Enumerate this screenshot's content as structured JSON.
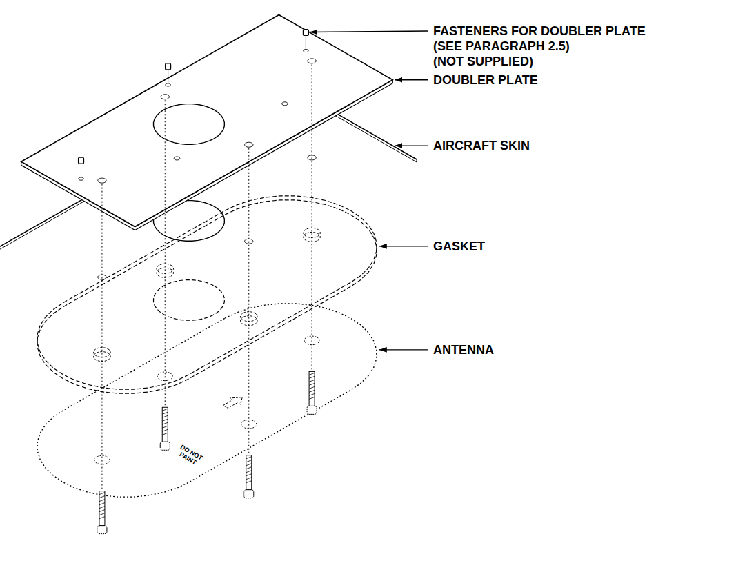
{
  "diagram": {
    "labels": [
      "FASTENERS FOR DOUBLER PLATE",
      "(SEE PARAGRAPH 2.5)",
      "(NOT SUPPLIED)",
      "DOUBLER PLATE",
      "AIRCRAFT SKIN",
      "GASKET",
      "ANTENNA",
      "DO NOT PAINT"
    ]
  }
}
